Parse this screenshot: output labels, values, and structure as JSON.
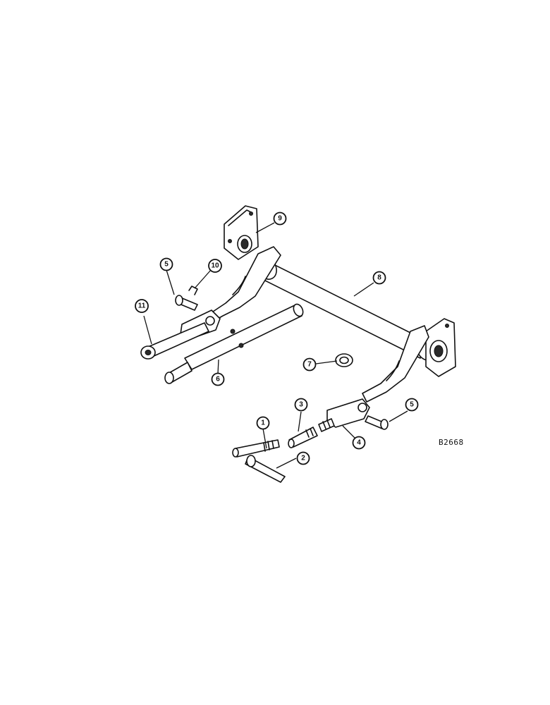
{
  "figure_code": "B2668",
  "callouts": [
    {
      "id": "c1",
      "label": "1"
    },
    {
      "id": "c2",
      "label": "2"
    },
    {
      "id": "c3",
      "label": "3"
    },
    {
      "id": "c4",
      "label": "4"
    },
    {
      "id": "c5a",
      "label": "5"
    },
    {
      "id": "c5b",
      "label": "5"
    },
    {
      "id": "c6",
      "label": "6"
    },
    {
      "id": "c7",
      "label": "7"
    },
    {
      "id": "c8",
      "label": "8"
    },
    {
      "id": "c9",
      "label": "9"
    },
    {
      "id": "c10",
      "label": "10"
    },
    {
      "id": "c11",
      "label": "11"
    }
  ],
  "colors": {
    "ink": "#111111",
    "paper": "#ffffff"
  }
}
